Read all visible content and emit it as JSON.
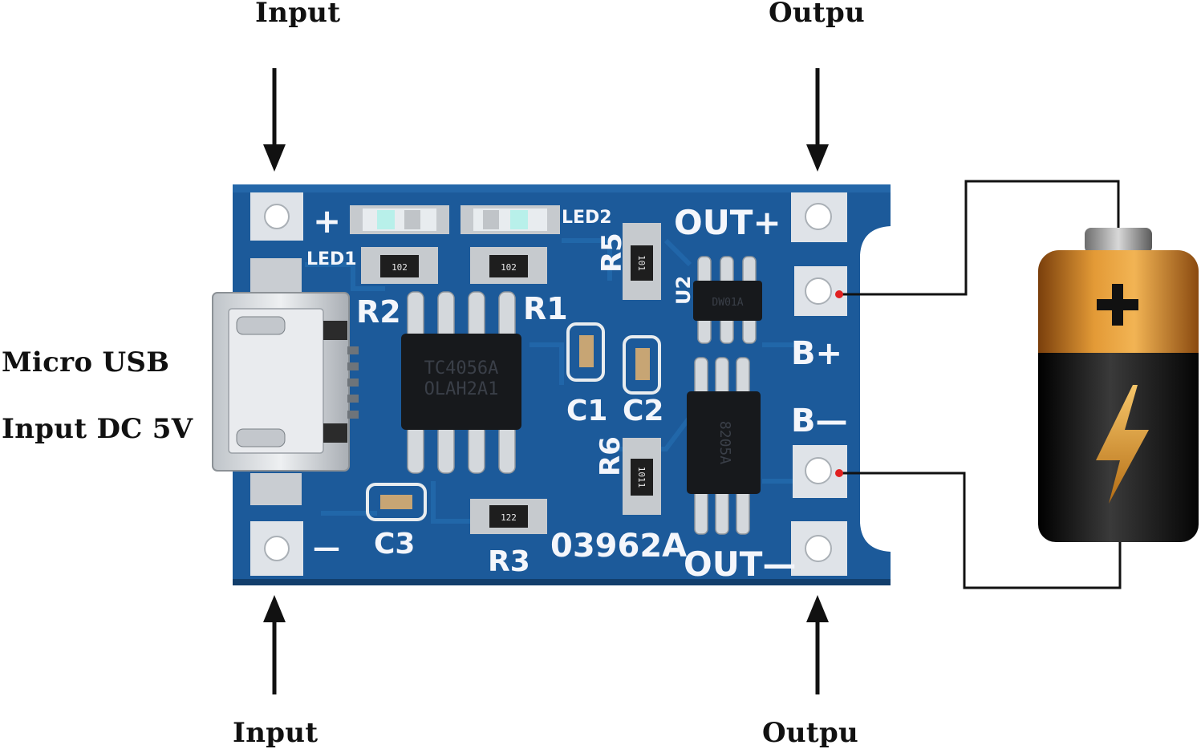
{
  "labels": {
    "input_top": "Input",
    "output_top": "Outpu",
    "input_bottom": "Input",
    "output_bottom": "Outpu",
    "micro_usb": "Micro USB",
    "input_dc": "Input DC 5V"
  },
  "silkscreen": {
    "plus": "+",
    "minus": "—",
    "led1": "LED1",
    "led2": "LED2",
    "r1": "R1",
    "r2": "R2",
    "r3": "R3",
    "r5": "R5",
    "r6": "R6",
    "c1": "C1",
    "c2": "C2",
    "c3": "C3",
    "u2": "U2",
    "out_plus": "OUT+",
    "out_minus": "OUT—",
    "b_plus": "B+",
    "b_minus": "B—",
    "board_code": "03962A"
  },
  "components": {
    "chip_main_line1": "TC4056A",
    "chip_main_line2": "OLAH2A1",
    "chip_protect": "8205A",
    "chip_small": "DW01A",
    "res_r1": "102",
    "res_r2": "102",
    "res_r3": "122",
    "res_r5": "101",
    "res_r6": "1011"
  },
  "colors": {
    "pcb": "#1d5d9e",
    "pcb_dark": "#154a82",
    "pad": "#d9dde2",
    "silk": "#f4f6fb",
    "wire": "#111111",
    "dot": "#e02020",
    "battery_top": "#c97a1a",
    "battery_bottom": "#1a1a1a",
    "bolt": "#e0a030"
  },
  "icons": {
    "arrows": "down-arrow / up-arrow",
    "battery": "battery-icon",
    "plus_symbol": "plus-icon",
    "bolt": "lightning-bolt-icon"
  }
}
